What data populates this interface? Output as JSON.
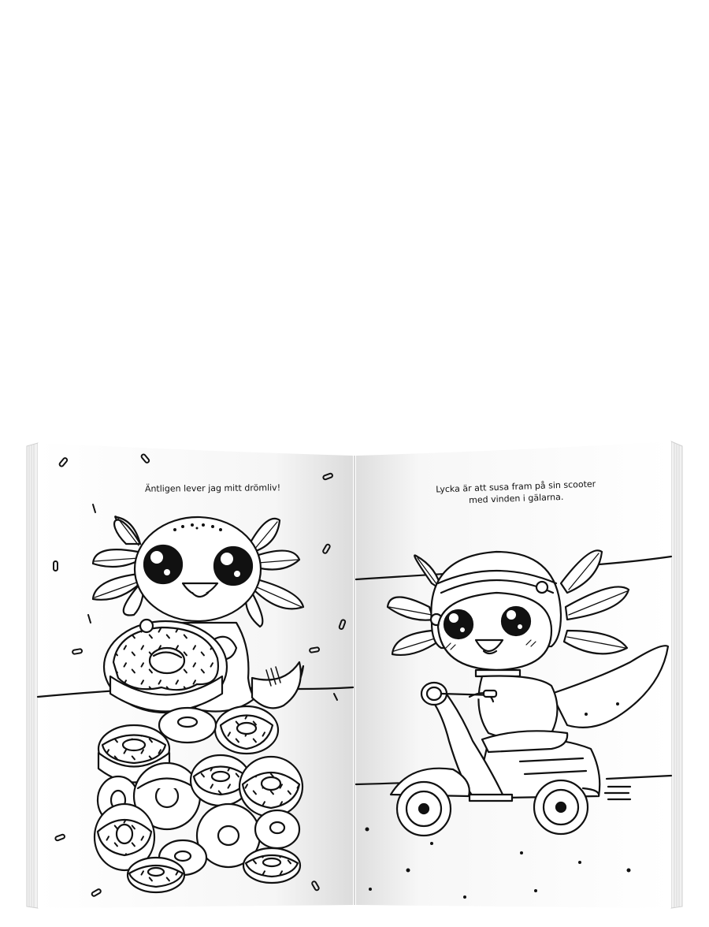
{
  "book": {
    "left_page": {
      "caption": "Äntligen lever jag mitt drömliv!",
      "illustration": "axolotl-with-donuts"
    },
    "right_page": {
      "caption_line1": "Lycka är att susa fram på sin scooter",
      "caption_line2": "med vinden i gälarna.",
      "illustration": "axolotl-on-scooter"
    }
  },
  "colors": {
    "ink": "#111111",
    "paper": "#ffffff",
    "spine_shadow": "#e6e6e6",
    "page_edge": "#cfcfcf"
  }
}
